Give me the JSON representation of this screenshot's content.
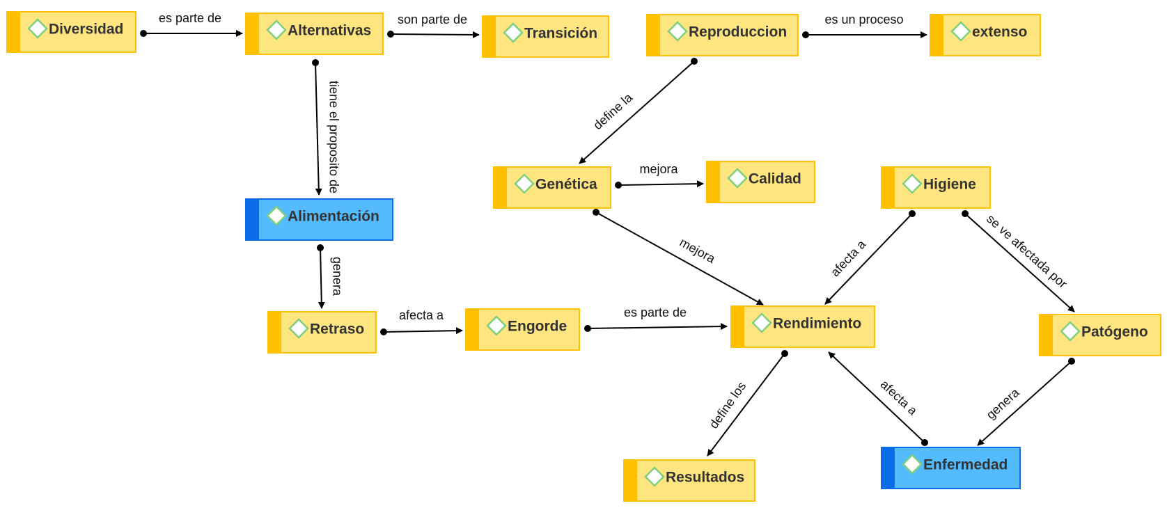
{
  "diagram": {
    "nodes": [
      {
        "id": "diversidad",
        "label": "Diversidad",
        "color": "yellow"
      },
      {
        "id": "alternativas",
        "label": "Alternativas",
        "color": "yellow"
      },
      {
        "id": "transicion",
        "label": "Transición",
        "color": "yellow"
      },
      {
        "id": "reproduccion",
        "label": "Reproduccion",
        "color": "yellow"
      },
      {
        "id": "extenso",
        "label": "extenso",
        "color": "yellow"
      },
      {
        "id": "genetica",
        "label": "Genética",
        "color": "yellow"
      },
      {
        "id": "calidad",
        "label": "Calidad",
        "color": "yellow"
      },
      {
        "id": "higiene",
        "label": "Higiene",
        "color": "yellow"
      },
      {
        "id": "alimentacion",
        "label": "Alimentación",
        "color": "blue"
      },
      {
        "id": "retraso",
        "label": "Retraso",
        "color": "yellow"
      },
      {
        "id": "engorde",
        "label": "Engorde",
        "color": "yellow"
      },
      {
        "id": "rendimiento",
        "label": "Rendimiento",
        "color": "yellow"
      },
      {
        "id": "patogeno",
        "label": "Patógeno",
        "color": "yellow"
      },
      {
        "id": "resultados",
        "label": "Resultados",
        "color": "yellow"
      },
      {
        "id": "enfermedad",
        "label": "Enfermedad",
        "color": "blue"
      }
    ],
    "edges": [
      {
        "from": "diversidad",
        "to": "alternativas",
        "label": "es parte de"
      },
      {
        "from": "alternativas",
        "to": "transicion",
        "label": "son parte de"
      },
      {
        "from": "reproduccion",
        "to": "extenso",
        "label": "es un proceso"
      },
      {
        "from": "alternativas",
        "to": "alimentacion",
        "label": "tiene el proposito de"
      },
      {
        "from": "reproduccion",
        "to": "genetica",
        "label": "define la"
      },
      {
        "from": "genetica",
        "to": "calidad",
        "label": "mejora"
      },
      {
        "from": "genetica",
        "to": "rendimiento",
        "label": "mejora"
      },
      {
        "from": "higiene",
        "to": "rendimiento",
        "label": "afecta a"
      },
      {
        "from": "higiene",
        "to": "patogeno",
        "label": "se ve afectada por"
      },
      {
        "from": "alimentacion",
        "to": "retraso",
        "label": "genera"
      },
      {
        "from": "retraso",
        "to": "engorde",
        "label": "afecta a"
      },
      {
        "from": "engorde",
        "to": "rendimiento",
        "label": "es parte de"
      },
      {
        "from": "rendimiento",
        "to": "resultados",
        "label": "define los"
      },
      {
        "from": "enfermedad",
        "to": "rendimiento",
        "label": "afecta a"
      },
      {
        "from": "patogeno",
        "to": "enfermedad",
        "label": "genera"
      }
    ]
  },
  "colors": {
    "yellow_fill": "#FFE57F",
    "yellow_border": "#FFC107",
    "yellow_bar": "#FFC000",
    "blue_fill": "#55BBFF",
    "blue_border": "#0A6CE8",
    "blue_bar": "#0A6CE8",
    "diamond_stroke": "#7ED07E",
    "diamond_fill": "#FFFFFF"
  }
}
